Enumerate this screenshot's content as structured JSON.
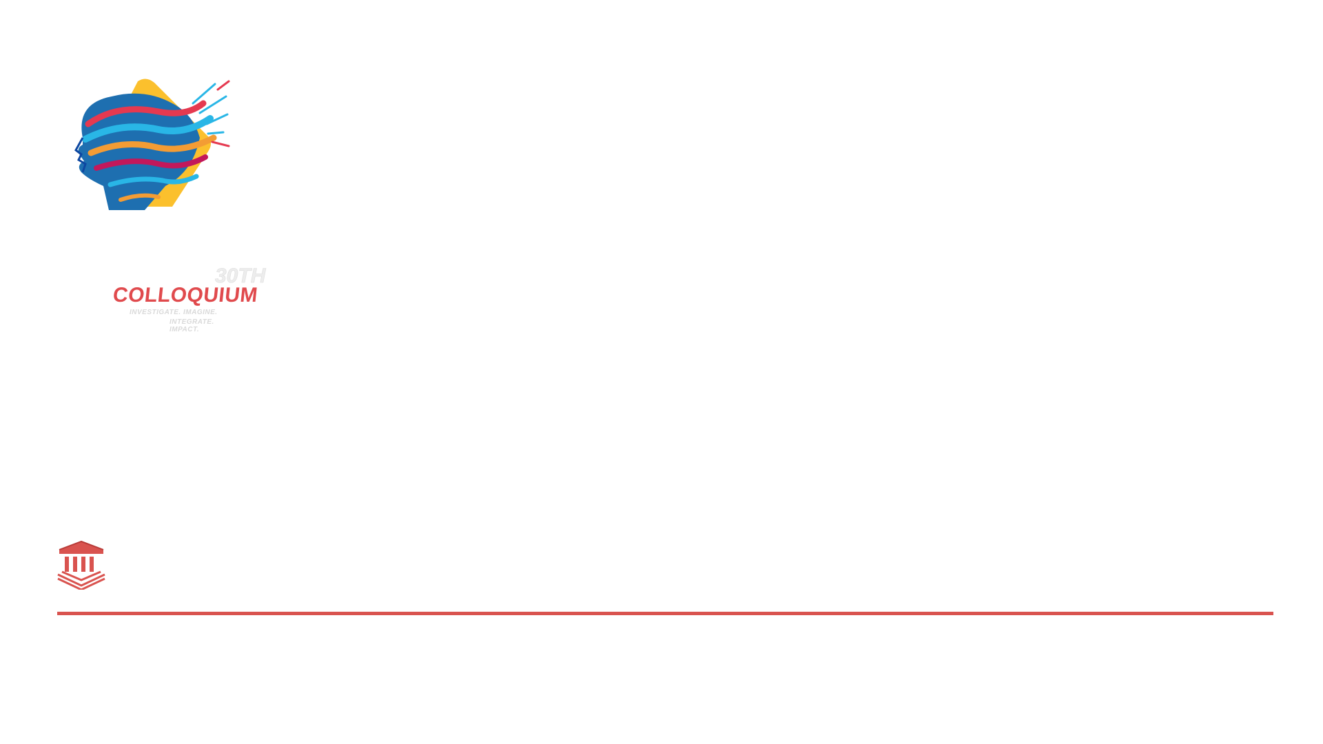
{
  "logo": {
    "year": "30TH",
    "word": "COLLOQUIUM",
    "tagline_1": "INVESTIGATE. IMAGINE.",
    "tagline_2": "INTEGRATE. IMPACT."
  },
  "icons": {
    "logo_art": "abstract-head-icon",
    "building": "building-icon"
  },
  "colors": {
    "accent": "#d9534f",
    "logo_red": "#e04a4d",
    "logo_yellow": "#fbc02d",
    "logo_blue": "#1e88c9",
    "background": "#ffffff"
  }
}
